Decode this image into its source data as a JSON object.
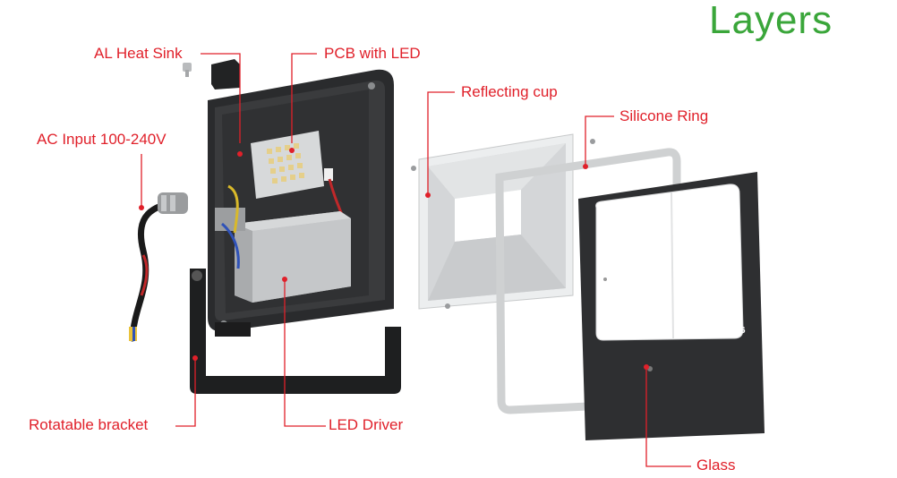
{
  "title": "Layers",
  "labels": {
    "heat_sink": "AL Heat Sink",
    "pcb": "PCB with LED",
    "reflecting_cup": "Reflecting cup",
    "silicone_ring": "Silicone Ring",
    "ac_input": "AC Input 100-240V",
    "bracket": "Rotatable bracket",
    "driver": "LED Driver",
    "glass": "Glass"
  },
  "glass_marking": "IP66",
  "colors": {
    "title": "#3aa63a",
    "label": "#e0202a",
    "leader": "#e0202a",
    "housing": "#2a2b2d",
    "panel": "#2e2f31",
    "reflector": "#d8dadb",
    "ring": "#cfd1d2"
  }
}
